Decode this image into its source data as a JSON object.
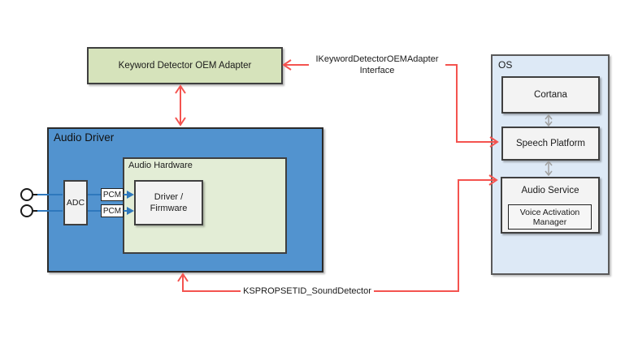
{
  "diagram": {
    "nodes": {
      "keyword_adapter": {
        "label": "Keyword Detector OEM Adapter"
      },
      "audio_driver": {
        "label": "Audio Driver"
      },
      "audio_hardware": {
        "label": "Audio Hardware"
      },
      "driver_firmware": {
        "label": "Driver /\nFirmware"
      },
      "adc": {
        "label": "ADC"
      },
      "pcm_top": {
        "label": "PCM"
      },
      "pcm_bottom": {
        "label": "PCM"
      },
      "os": {
        "label": "OS"
      },
      "cortana": {
        "label": "Cortana"
      },
      "speech_platform": {
        "label": "Speech Platform"
      },
      "audio_service": {
        "label": "Audio Service"
      },
      "voice_activation_manager": {
        "label": "Voice Activation\nManager"
      }
    },
    "connector_labels": {
      "ikeyword_interface": "IKeywordDetectorOEMAdapter\nInterface",
      "ksprop": "KSPROPSETID_SoundDetector"
    },
    "icons": {
      "microphone_top": "microphone-icon",
      "microphone_bottom": "microphone-icon"
    },
    "colors": {
      "adapter_fill": "#d6e3bb",
      "audio_driver_fill": "#5293cf",
      "audio_hardware_fill": "#e3edd6",
      "os_fill": "#dde9f6",
      "inner_box_fill": "#f3f3f3",
      "red_connector": "#f4534f",
      "blue_connector": "#2e78bd",
      "gray_connector": "#a0a0a0",
      "box_border": "#3f3f3f"
    }
  }
}
